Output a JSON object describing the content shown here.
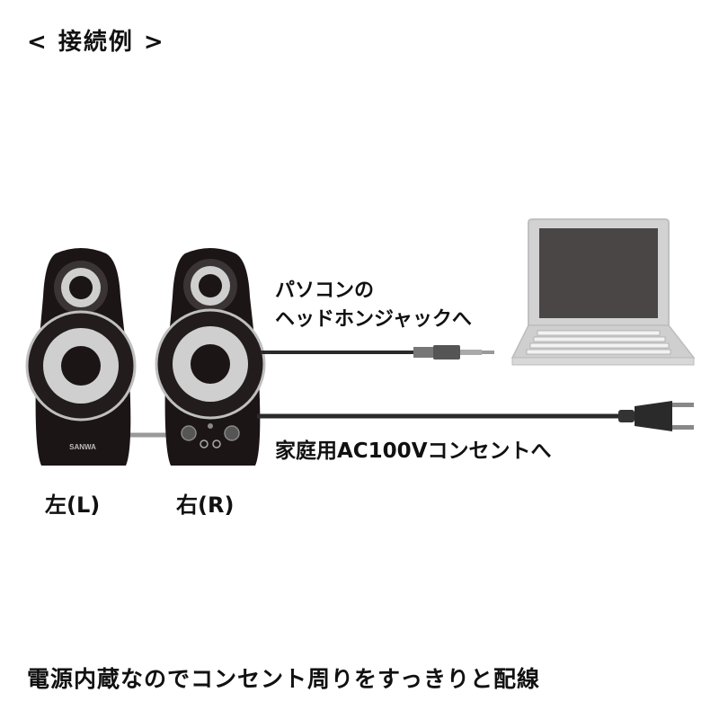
{
  "title": "< 接続例 >",
  "labels": {
    "pc_line1": "パソコンの",
    "pc_line2": "ヘッドホンジャックへ",
    "power": "家庭用AC100Vコンセントへ",
    "left": "左(L)",
    "right": "右(R)",
    "brand": "SANWA"
  },
  "caption": "電源内蔵なのでコンセント周りをすっきりと配線",
  "colors": {
    "speaker_body": "#1c1515",
    "cone": "#c8c8c8",
    "cable": "#2a2a2a",
    "laptop": "#d2d2d2"
  }
}
